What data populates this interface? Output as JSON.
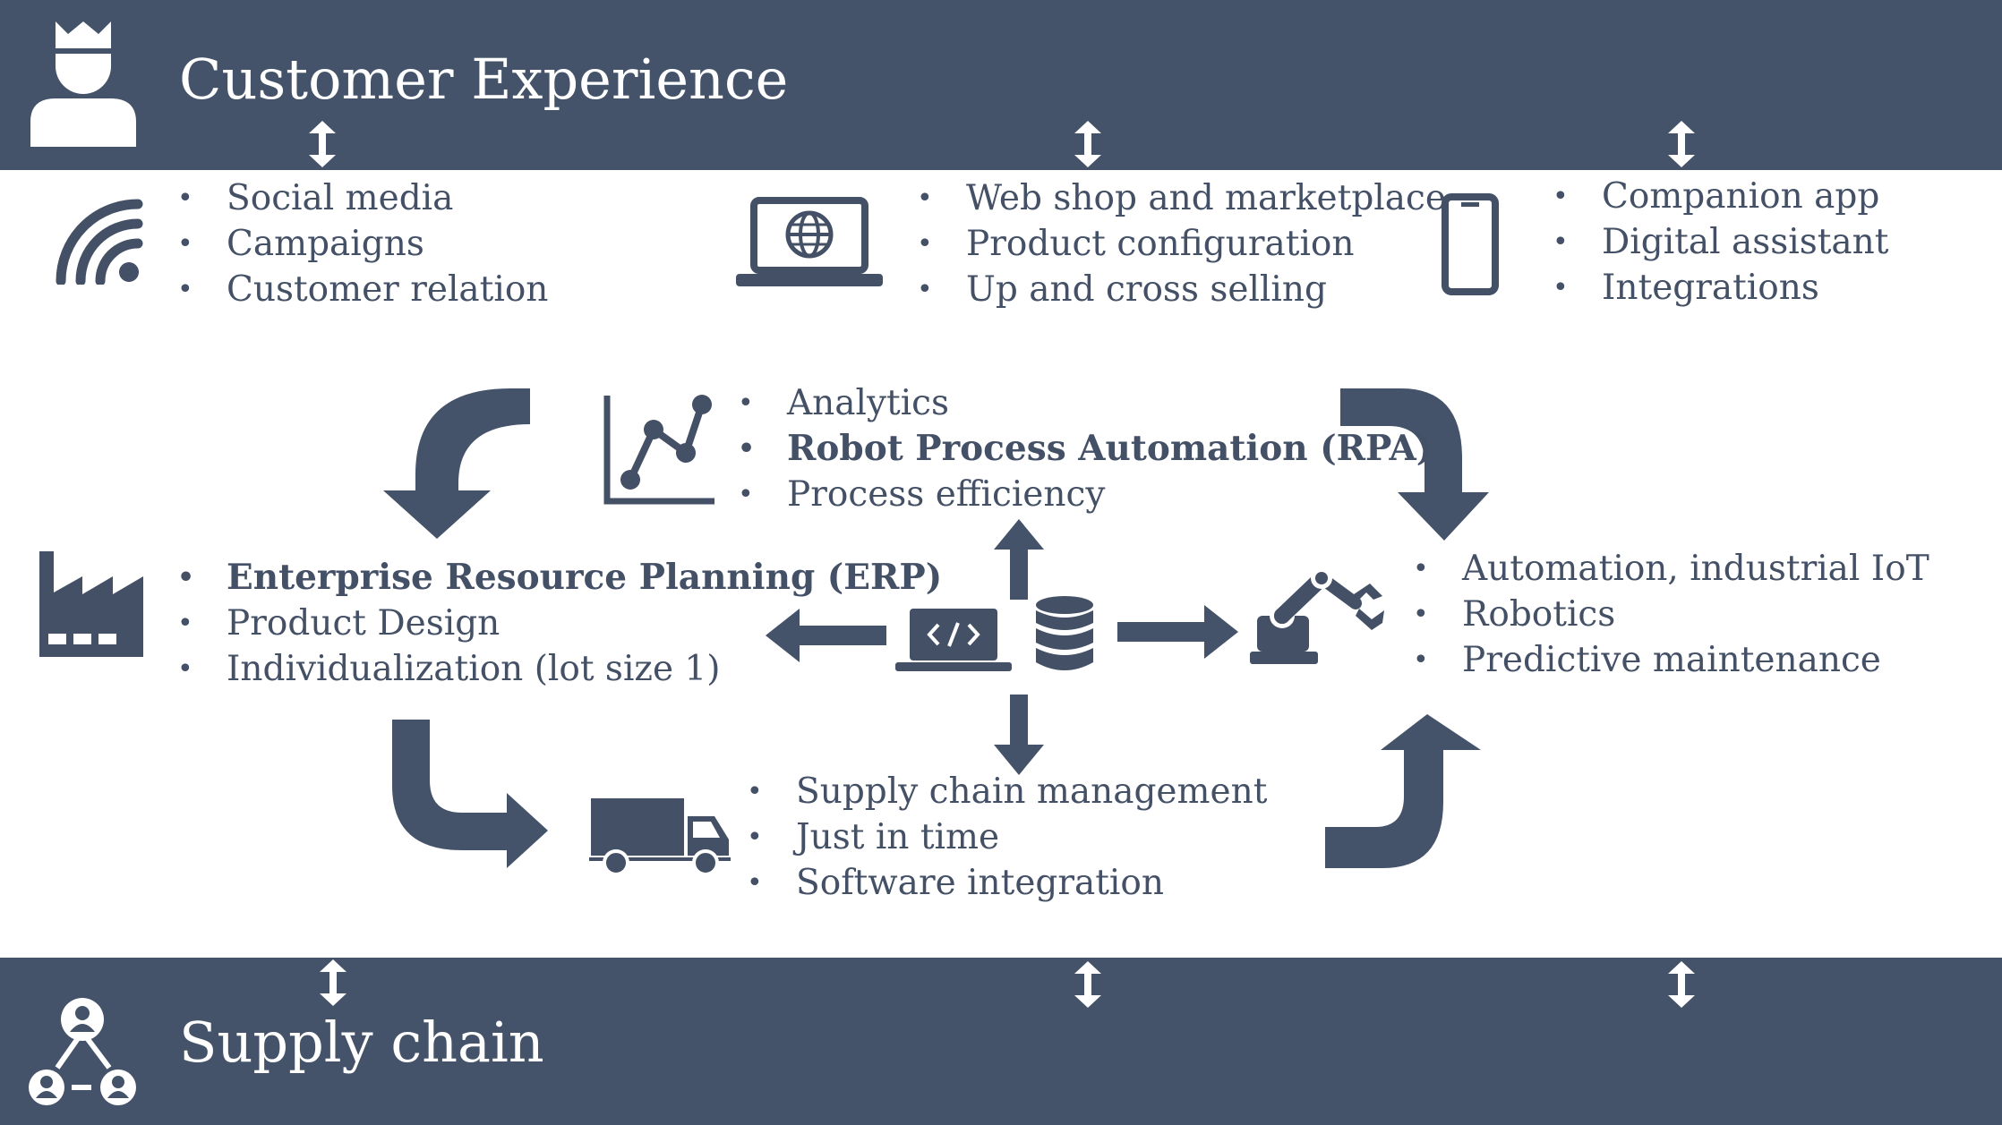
{
  "header": {
    "title": "Customer Experience"
  },
  "footer": {
    "title": "Supply chain"
  },
  "groups": {
    "social": [
      "Social media",
      "Campaigns",
      "Customer relation"
    ],
    "webshop": [
      "Web shop and marketplace",
      "Product configuration",
      "Up and cross selling"
    ],
    "mobile": [
      "Companion app",
      "Digital assistant",
      "Integrations"
    ],
    "analytics": [
      "Analytics",
      "Robot Process Automation (RPA)",
      "Process efficiency"
    ],
    "erp": [
      "Enterprise Resource Planning (ERP)",
      "Product Design",
      "Individualization (lot size 1)"
    ],
    "automation": [
      "Automation, industrial IoT",
      "Robotics",
      "Predictive maintenance"
    ],
    "supply": [
      "Supply chain management",
      "Just in time",
      "Software integration"
    ]
  },
  "icons": [
    "customer-icon",
    "wifi-icon",
    "laptop-globe-icon",
    "smartphone-icon",
    "chart-icon",
    "factory-icon",
    "laptop-code-icon",
    "database-icon",
    "robot-arm-icon",
    "truck-icon",
    "network-people-icon"
  ],
  "colors": {
    "band": "#445369",
    "text": "#445066",
    "white": "#ffffff"
  }
}
